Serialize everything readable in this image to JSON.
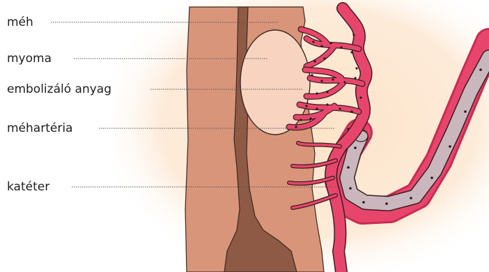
{
  "labels": {
    "uterus": "méh",
    "myoma": "myoma",
    "embolic_agent": "embolizáló anyag",
    "uterine_artery": "méhartéria",
    "catheter": "katéter"
  },
  "colors": {
    "background_glow": "#fde9d4",
    "uterus_wall": "#d9957a",
    "uterus_wall_dark": "#a56a52",
    "uterine_cavity": "#8e5a45",
    "myoma_fill": "#f7d3c0",
    "artery_fill": "#e8456d",
    "artery_outline": "#3a1e20",
    "catheter_fill": "#c9b7bd",
    "embolic_particle": "#2a1a1c",
    "leader_line": "#555555",
    "label_text": "#1e1e1e"
  }
}
